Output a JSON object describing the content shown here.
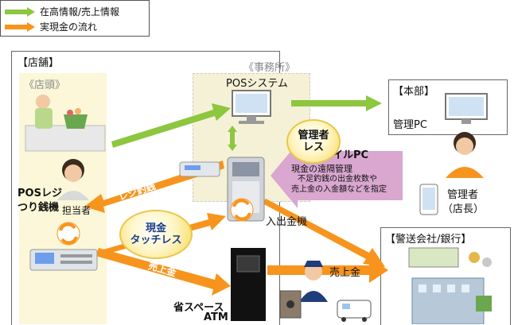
{
  "legend": {
    "green_label": "在高情報/売上情報",
    "orange_label": "実現金の流れ",
    "green_color": "#8dc63f",
    "orange_color": "#f7941d"
  },
  "store": {
    "title": "【店舗】",
    "front_label": "《店頭》",
    "register_label_1": "POSレジ",
    "register_label_2": "つり銭機",
    "staff_label": "担当者"
  },
  "office": {
    "label": "《事務所》",
    "pos_system": "POSシステム",
    "machine_label": "入出金機"
  },
  "hq": {
    "title": "【本部】",
    "pc_label": "管理PC",
    "mobile_label": "モバイルPC",
    "manager_label_1": "管理者",
    "manager_label_2": "（店長）"
  },
  "security": {
    "title": "【警送会社/銀行】"
  },
  "badges": {
    "manager_less_1": "管理者",
    "manager_less_2": "レス",
    "cash_touchless_1": "現金",
    "cash_touchless_2": "タッチレス"
  },
  "arrows": {
    "change_label": "レジ釣銭",
    "sales_cash_label": "売上金",
    "sales_cash_label_2": "売上金"
  },
  "remote_note": {
    "title": "現金の遠隔管理",
    "line1": "不足釣銭の出金枚数や",
    "line2": "売上金の入金額などを指定"
  },
  "atm": {
    "label_1": "省スペース",
    "label_2": "ATM"
  }
}
